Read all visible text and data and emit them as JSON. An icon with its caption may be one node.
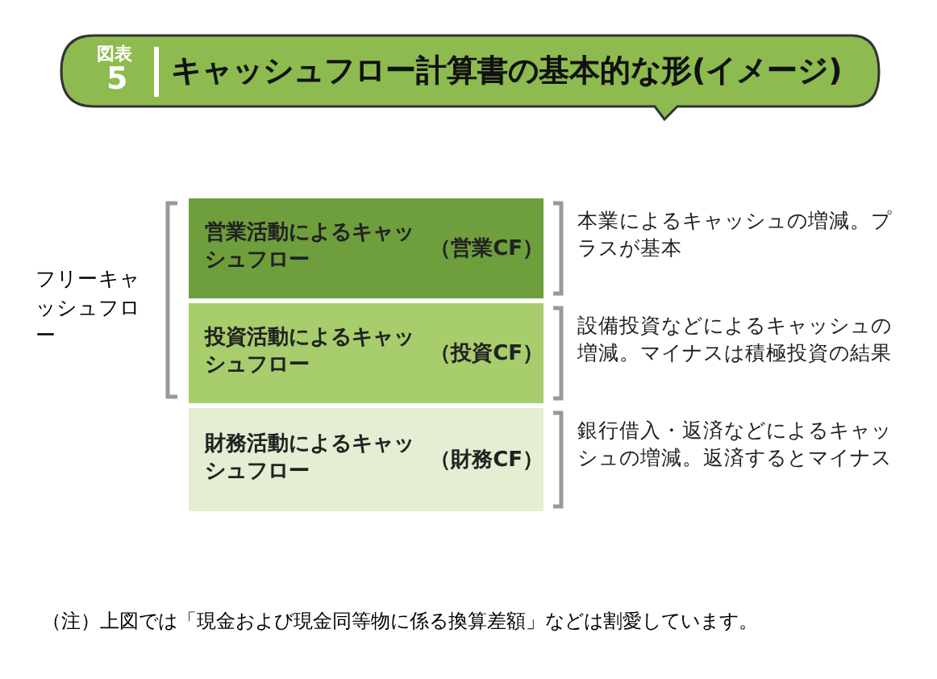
{
  "diagram": {
    "title": "キャッシュフロー計算書の基本的な形(イメージ)",
    "nodes": [
      {
        "text": [
          "営業活動によるキャッシュフロー",
          "（営業CF）"
        ],
        "beside": [
          "本業によるキャッシュの増減。プラスが基本"
        ]
      },
      {
        "text": [
          "投資活動によるキャッシュフロー",
          "（投資CF）"
        ],
        "beside": [
          "設備投資などによるキャッシュの増減。マイナスは積極投資の結果"
        ]
      },
      {
        "text": [
          "財務活動によるキャッシュフロー",
          "（財務CF）"
        ],
        "beside": [
          "銀行借入・返済などによるキャッシュの増減。返済するとマイナス"
        ]
      }
    ],
    "labels": [
      "図表",
      "5",
      "フリーキャッシュフロー",
      "（注）上図では「現金および現金同等物に係る換算差額」などは割愛しています。"
    ]
  }
}
